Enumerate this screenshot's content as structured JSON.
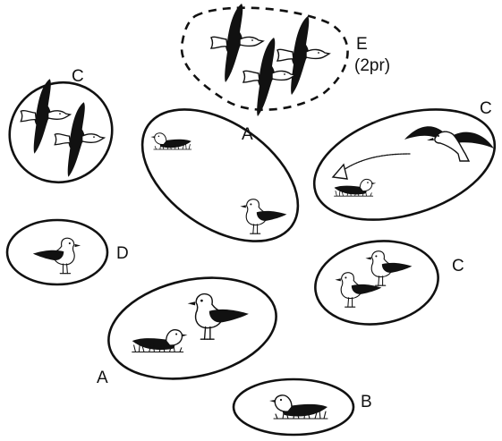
{
  "groups": [
    {
      "id": "E-top",
      "label": "E",
      "note": "(2pr)",
      "outline": "dashed",
      "birds": 3,
      "posture": "flying"
    },
    {
      "id": "C-left",
      "label": "C",
      "outline": "solid",
      "birds": 2,
      "posture": "flying"
    },
    {
      "id": "A-middle",
      "label": "A",
      "outline": "solid",
      "birds": 2,
      "posture": "sitting and standing"
    },
    {
      "id": "C-right-top",
      "label": "C",
      "outline": "solid",
      "birds": 2,
      "posture": "landing, then sitting"
    },
    {
      "id": "D",
      "label": "D",
      "outline": "solid",
      "birds": 1,
      "posture": "standing"
    },
    {
      "id": "C-right-middle",
      "label": "C",
      "outline": "solid",
      "birds": 2,
      "posture": "standing"
    },
    {
      "id": "A-bottom",
      "label": "A",
      "outline": "solid",
      "birds": 2,
      "posture": "sitting and standing"
    },
    {
      "id": "B",
      "label": "B",
      "outline": "solid",
      "birds": 1,
      "posture": "sitting"
    }
  ],
  "colors": {
    "ink": "#111111",
    "paper": "#ffffff"
  }
}
